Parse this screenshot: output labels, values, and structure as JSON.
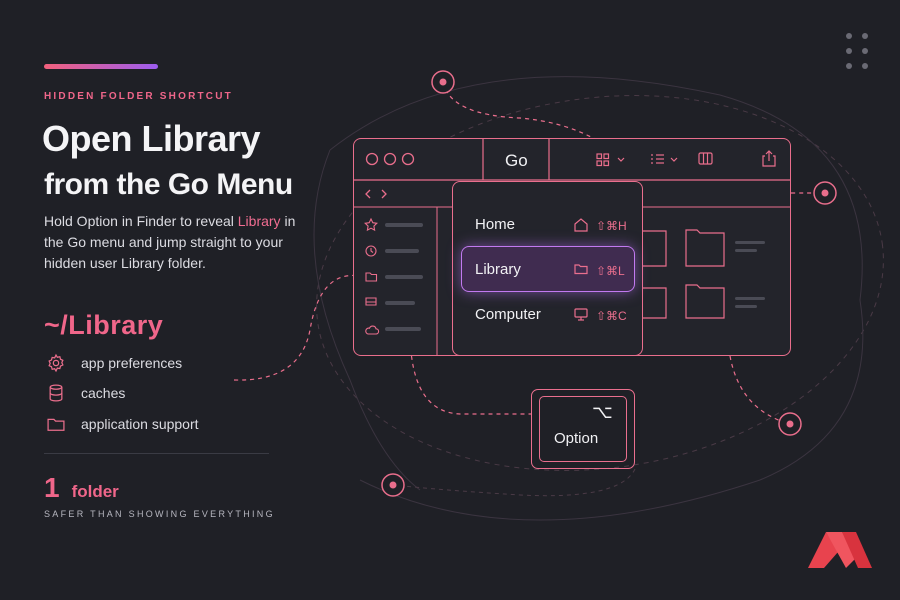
{
  "hero": {
    "eyebrow": "HIDDEN FOLDER SHORTCUT",
    "title_line1": "Open Library",
    "title_line2": "from the Go Menu",
    "desc_before": "Hold Option in Finder to reveal ",
    "desc_highlight": "Library",
    "desc_after": " in the Go menu and jump straight to your hidden user Library folder."
  },
  "library": {
    "path": "~/Library",
    "contents": [
      {
        "label": "app preferences",
        "icon": "gear-icon"
      },
      {
        "label": "caches",
        "icon": "database-icon"
      },
      {
        "label": "application support",
        "icon": "folder-icon"
      }
    ]
  },
  "stat": {
    "number": "1",
    "unit": "folder",
    "caption": "SAFER THAN SHOWING EVERYTHING"
  },
  "finder": {
    "menu_title": "Go",
    "items": [
      {
        "label": "Home",
        "shortcut": "⇧⌘H",
        "icon": "house-icon"
      },
      {
        "label": "Library",
        "shortcut": "⇧⌘L",
        "icon": "folder-icon"
      },
      {
        "label": "Computer",
        "shortcut": "⇧⌘C",
        "icon": "monitor-icon"
      }
    ]
  },
  "option_key": {
    "glyph": "⌥",
    "label": "Option"
  },
  "colors": {
    "accent": "#f0668a",
    "highlight": "#c27af0",
    "background": "#1f2026"
  }
}
